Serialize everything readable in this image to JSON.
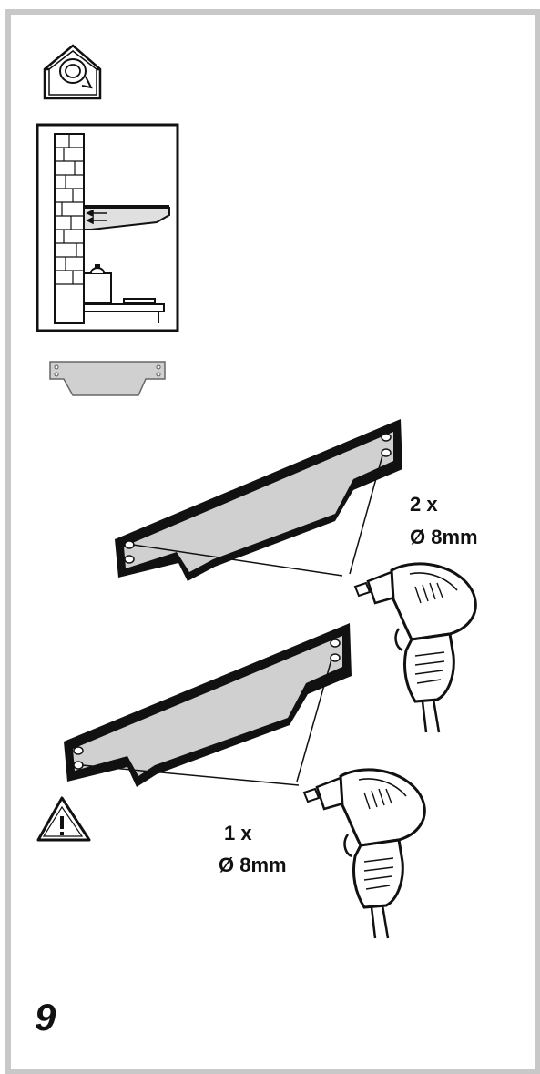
{
  "page": {
    "step_number": "9"
  },
  "annotations": {
    "upper_count": "2 x",
    "upper_diameter": "Ø 8mm",
    "lower_count": "1 x",
    "lower_diameter": "Ø 8mm"
  },
  "icons": {
    "mode_icon": "recirculation-house-icon",
    "scene_icon": "wall-mounted-hood-scene",
    "bracket_icon": "bracket-thumbnail-icon",
    "warning_icon": "warning-triangle-icon",
    "tool_icon": "power-drill-icon"
  },
  "colors": {
    "frame": "#c8c8c8",
    "line": "#111111",
    "bracket_fill": "#d0d0d0"
  }
}
